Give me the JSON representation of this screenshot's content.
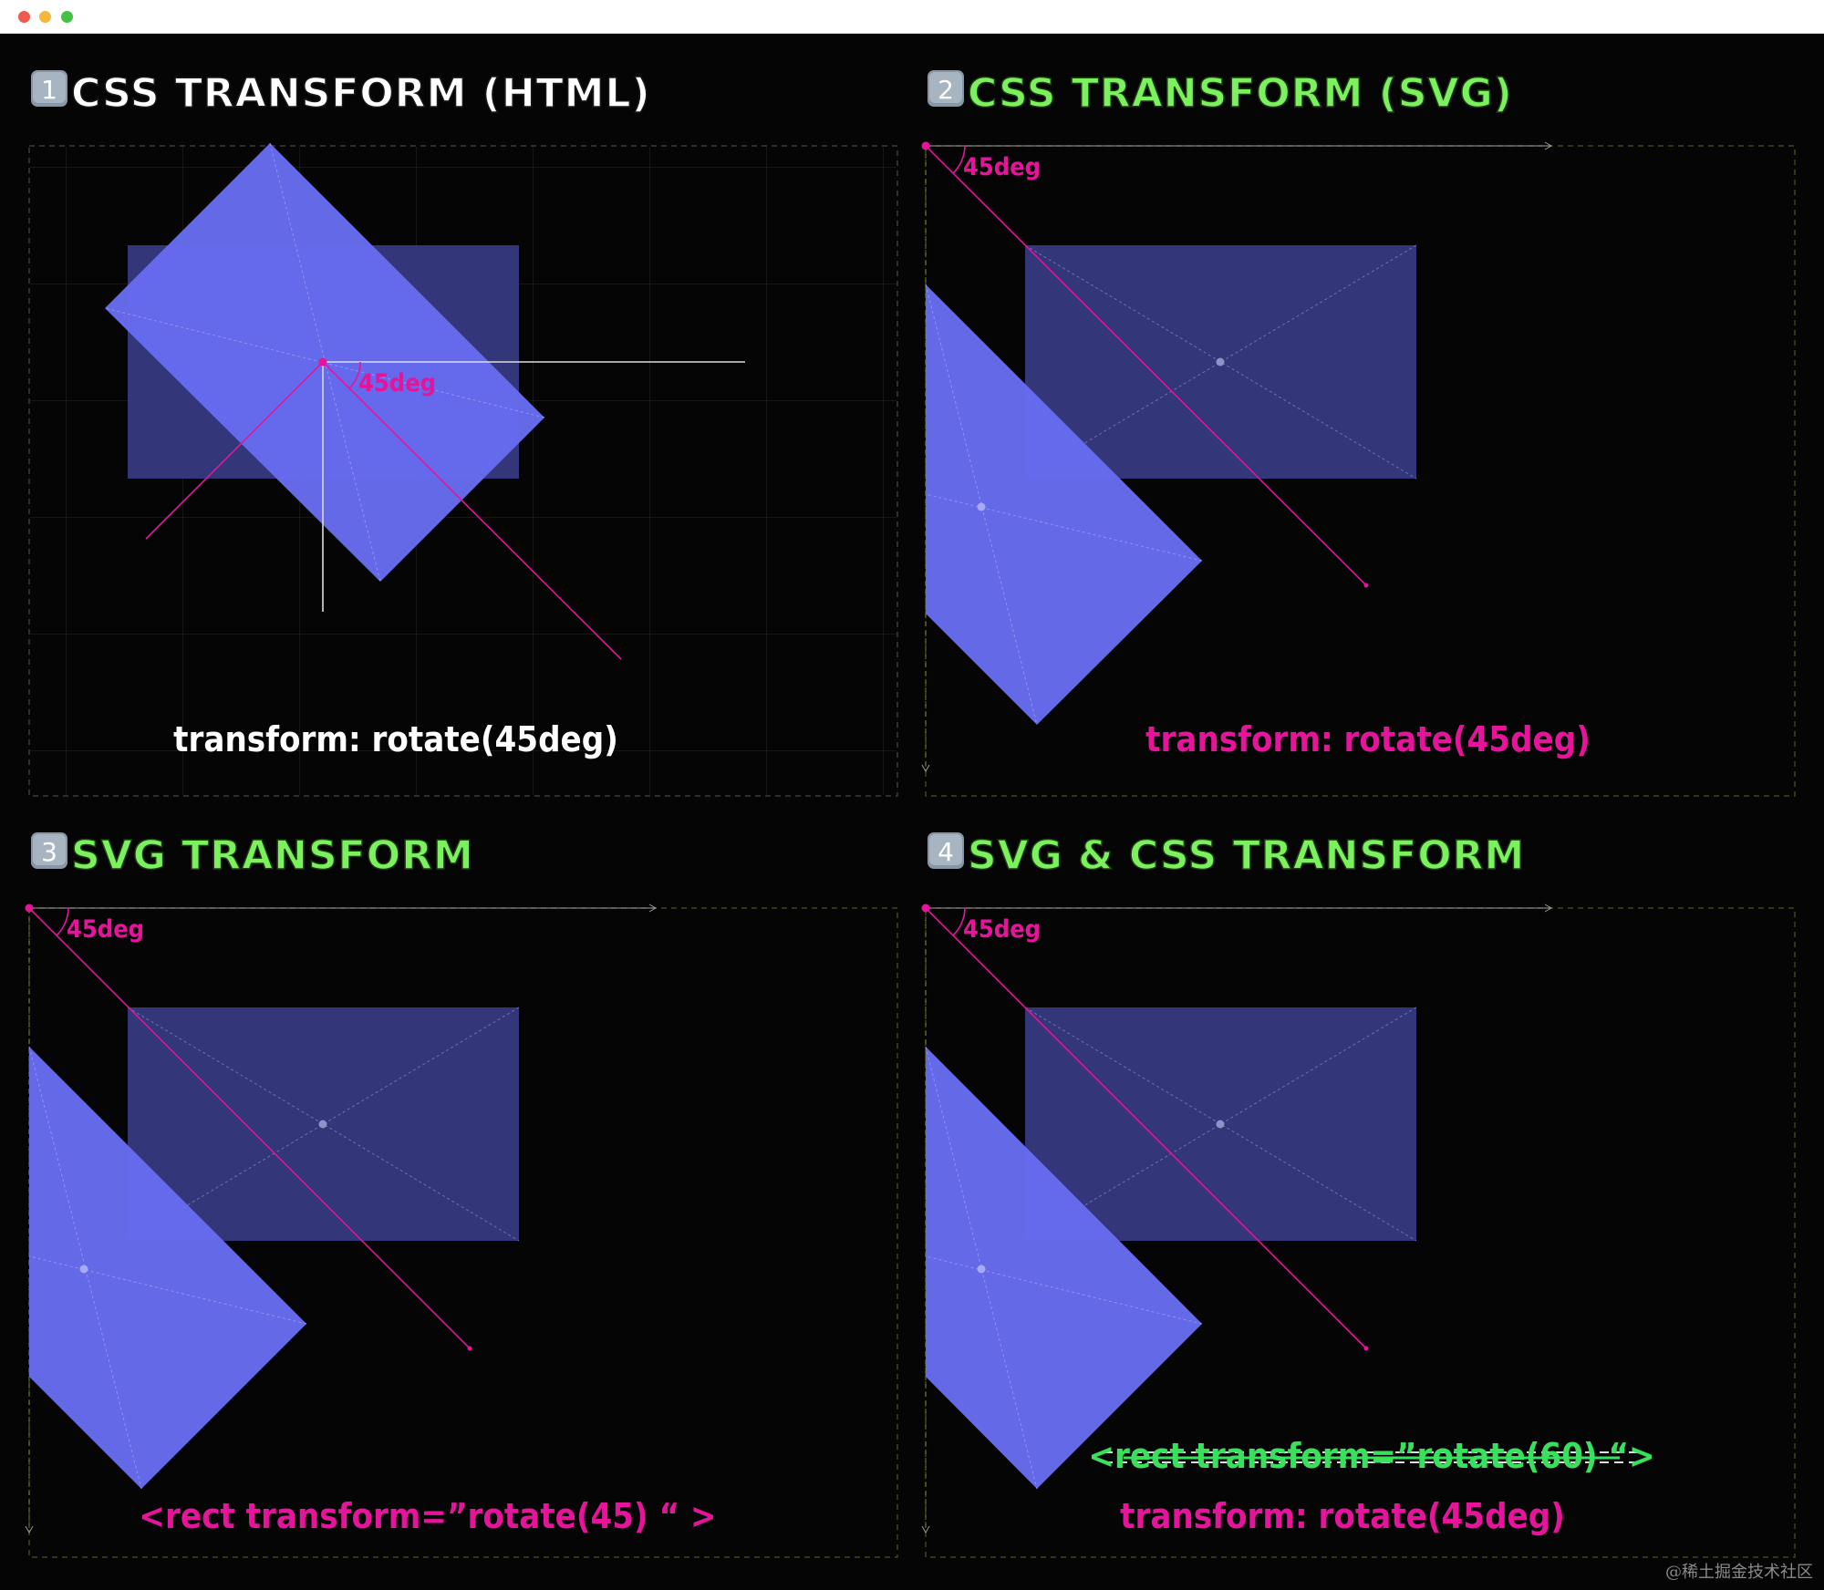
{
  "window": {
    "controls": [
      "close",
      "minimize",
      "zoom"
    ]
  },
  "colors": {
    "background": "#050505",
    "rect_original": "#363a7f",
    "rect_rotated": "#676cf0",
    "accent": "#e6139b",
    "title_green": "#7bf25d",
    "title_white": "#ffffff",
    "strike_green": "#38e05c"
  },
  "panels": [
    {
      "badge": "1",
      "title": "CSS TRANSFORM (HTML)",
      "angle_label": "45deg",
      "caption": "transform: rotate(45deg)"
    },
    {
      "badge": "2",
      "title": "CSS TRANSFORM (SVG)",
      "angle_label": "45deg",
      "caption": "transform: rotate(45deg)"
    },
    {
      "badge": "3",
      "title": "SVG TRANSFORM",
      "angle_label": "45deg",
      "caption": "<rect  transform=”rotate(45) “ >"
    },
    {
      "badge": "4",
      "title": "SVG & CSS TRANSFORM",
      "angle_label": "45deg",
      "caption": "transform: rotate(45deg)",
      "strike_caption": "<rect transform=”rotate(60) “>"
    }
  ],
  "watermark": "@稀土掘金技术社区"
}
